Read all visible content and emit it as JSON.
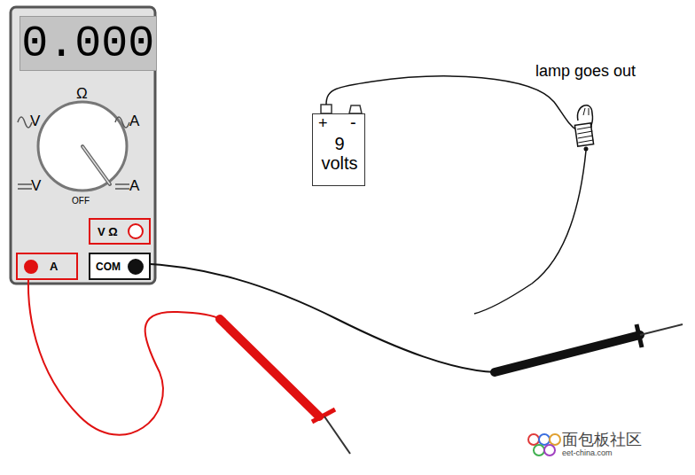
{
  "diagram": {
    "nodes": [
      {
        "text": [
          "0.000"
        ]
      },
      {
        "text": [
          "V Ω"
        ]
      },
      {
        "text": [
          "A"
        ]
      },
      {
        "text": [
          "COM"
        ]
      },
      {
        "text": [
          "+",
          "-",
          "9 volts"
        ]
      }
    ],
    "labels": [
      "Ω",
      "V",
      "A",
      "V",
      "A",
      "OFF",
      "lamp goes out",
      "面包板社区",
      "eet-china.com"
    ]
  }
}
